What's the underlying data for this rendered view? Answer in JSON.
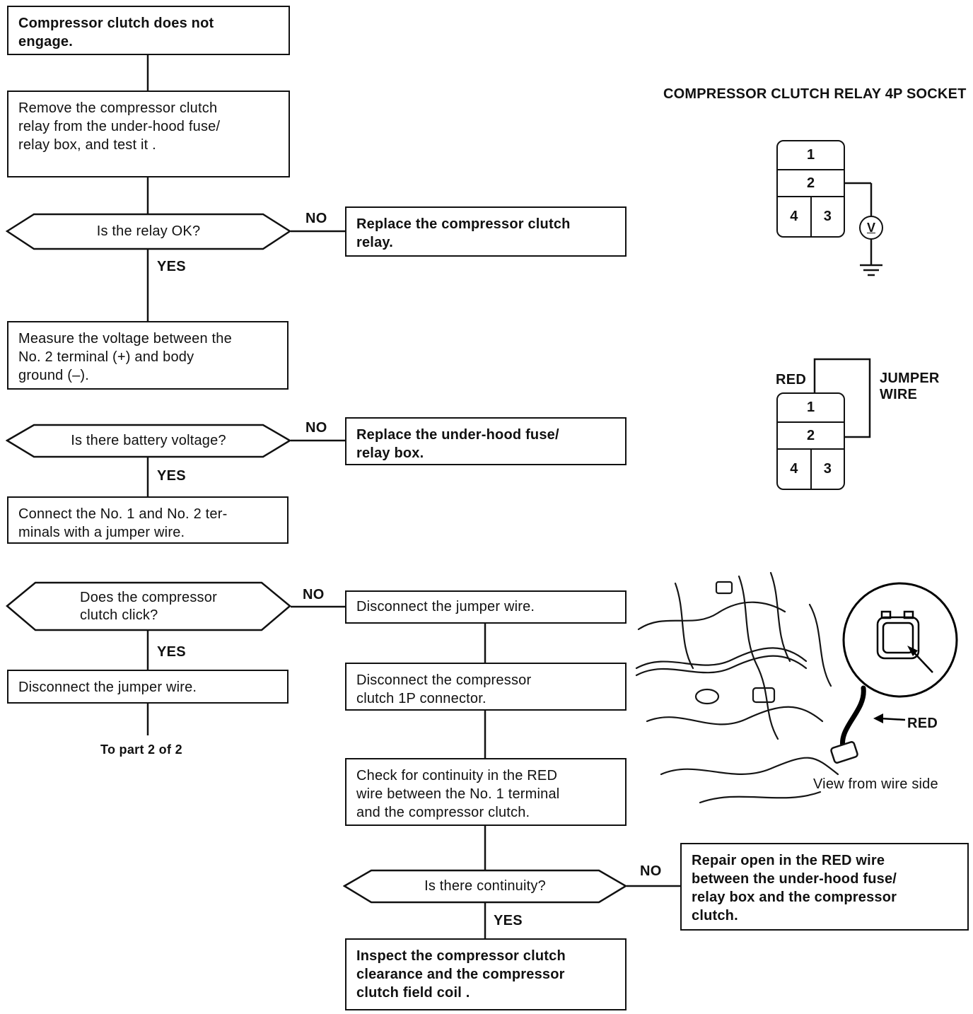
{
  "labels": {
    "no": "NO",
    "yes": "YES"
  },
  "flow": {
    "start": "Compressor clutch does not\nengage.",
    "remove_relay": "Remove the compressor clutch\nrelay from the under-hood fuse/\nrelay box, and test it .",
    "is_relay_ok": "Is the relay OK?",
    "replace_relay": "Replace the compressor clutch\nrelay.",
    "measure_voltage": "Measure the voltage between the\nNo. 2 terminal (+) and body\nground (–).",
    "is_battery_voltage": "Is there battery voltage?",
    "replace_fuse_box": "Replace the under-hood fuse/\nrelay box.",
    "connect_jumper": "Connect the No. 1 and No. 2 ter-\nminals with a jumper wire.",
    "does_clutch_click": "Does the compressor\nclutch click?",
    "disconnect_jumper_left": "Disconnect the jumper wire.",
    "to_part": "To part 2 of 2",
    "disconnect_jumper_right": "Disconnect the jumper wire.",
    "disconnect_1p": "Disconnect the compressor\nclutch 1P connector.",
    "check_continuity": "Check for continuity in the RED\nwire between the No. 1 terminal\nand the compressor clutch.",
    "is_continuity": "Is there continuity?",
    "repair_open": "Repair open in the RED wire\nbetween the under-hood fuse/\nrelay box and the compressor\nclutch.",
    "inspect_clutch": "Inspect the compressor clutch\nclearance and the compressor\nclutch field coil ."
  },
  "socket_diagram": {
    "title": "COMPRESSOR CLUTCH RELAY 4P SOCKET",
    "terminals": [
      "1",
      "2",
      "4",
      "3"
    ],
    "voltmeter": "V"
  },
  "jumper_diagram": {
    "red_label": "RED",
    "jumper_label": "JUMPER\nWIRE",
    "terminals": [
      "1",
      "2",
      "4",
      "3"
    ]
  },
  "illustration": {
    "red_label": "RED",
    "caption": "View from wire side"
  }
}
